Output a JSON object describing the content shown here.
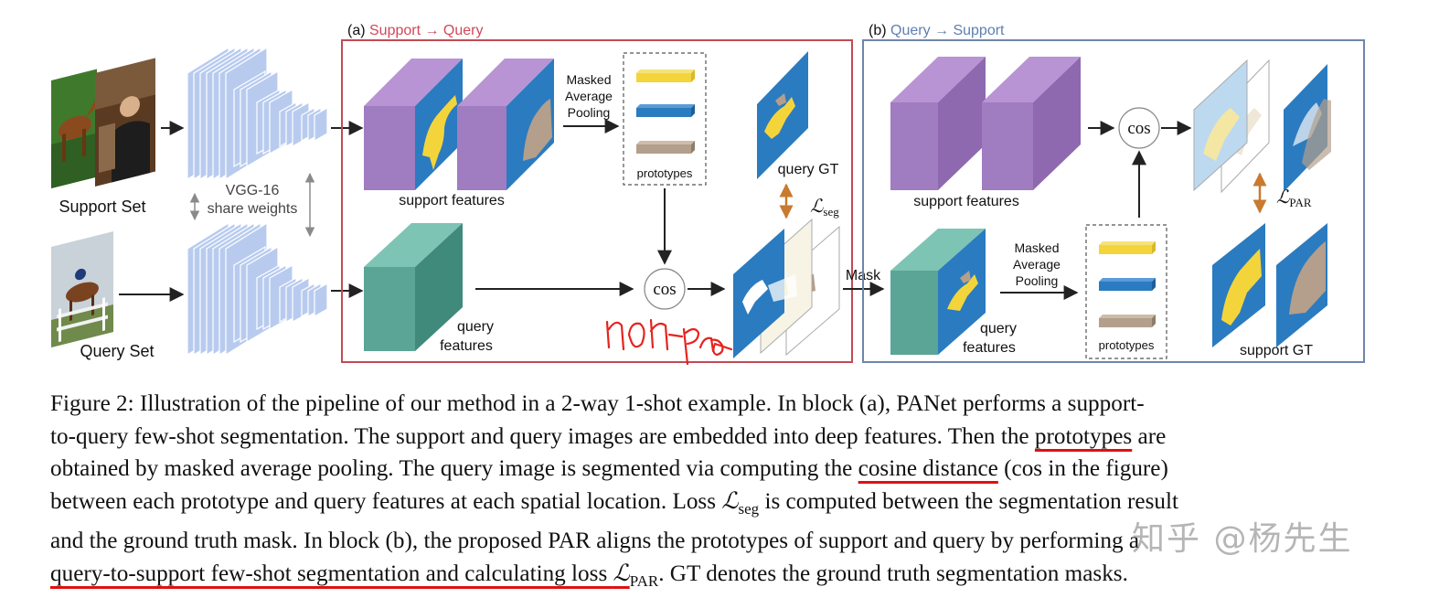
{
  "diagram": {
    "left": {
      "support_set_label": "Support Set",
      "query_set_label": "Query Set",
      "vgg_label_line1": "VGG-16",
      "vgg_label_line2": "share weights"
    },
    "panel_a": {
      "title_prefix": "(a) ",
      "title_main": "Support → Query",
      "support_features_label": "support features",
      "query_features_line1": "query",
      "query_features_line2": "features",
      "map_line1": "Masked",
      "map_line2": "Average",
      "map_line3": "Pooling",
      "prototypes_label": "prototypes",
      "cos_label": "cos",
      "query_gt_label": "query GT",
      "loss_symbol": "ℒ",
      "loss_sub": "seg",
      "handwritten": "non-para"
    },
    "mask_label": "Mask",
    "panel_b": {
      "title_prefix": "(b) ",
      "title_main": "Query → Support",
      "support_features_label": "support features",
      "query_features_line1": "query",
      "query_features_line2": "features",
      "map_line1": "Masked",
      "map_line2": "Average",
      "map_line3": "Pooling",
      "prototypes_label": "prototypes",
      "cos_label": "cos",
      "support_gt_label": "support GT",
      "loss_symbol": "ℒ",
      "loss_sub": "PAR"
    },
    "colors": {
      "panel_a_border": "#c24a55",
      "panel_a_title": "#d0485a",
      "panel_b_border": "#6f86a8",
      "panel_b_title": "#5e7fb0",
      "purple_block": "#a07cc0",
      "teal_block": "#5ba596",
      "mask_blue": "#2b7bc0",
      "mask_yellow": "#f3d53b",
      "mask_tan": "#b39f8b",
      "vgg_blue": "#b8cbef",
      "loss_arrow": "#c87a2e"
    }
  },
  "caption": {
    "l1_a": "Figure 2: Illustration of the pipeline of our method in a 2-way 1-shot example.  In block (a), PANet performs a support-",
    "l2_a": "to-query few-shot segmentation.  The support and query images are embedded into deep features.  Then the ",
    "l2_ul": "prototypes",
    "l2_b": " are",
    "l3_a": "obtained by masked average pooling.  The query image is segmented via computing the ",
    "l3_ul": "cosine distance",
    "l3_b": " (cos in the figure)",
    "l4_a": "between each prototype and query features at each spatial location.  Loss ",
    "l4_sym": "ℒ",
    "l4_sub": "seg",
    "l4_b": " is computed between the segmentation result",
    "l5_a": "and the ground truth mask.  In block (b), the proposed PAR aligns the prototypes of support and query by performing a",
    "l6_ul": "query-to-support few-shot segmentation and calculating loss ",
    "l6_sym": "ℒ",
    "l6_sub": "PAR",
    "l6_b": ".  GT denotes the ground truth segmentation masks.",
    "watermark": "知乎 @杨先生"
  }
}
